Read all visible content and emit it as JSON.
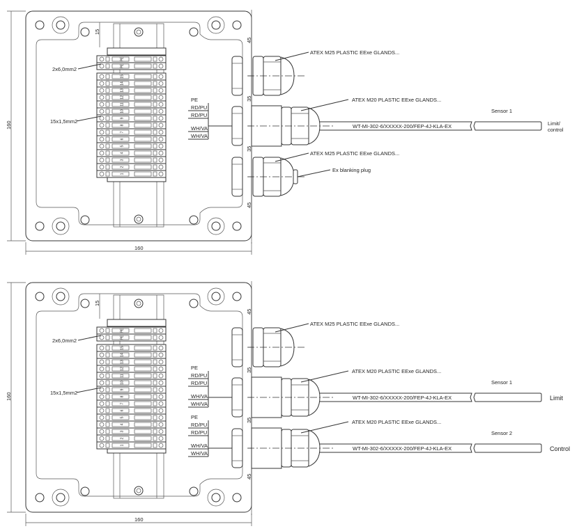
{
  "drawings": [
    {
      "id": "drawing-1",
      "dimensions": {
        "width": "160",
        "height": "160",
        "top_offset": "15",
        "right_segments": [
          "45",
          "35",
          "35",
          "45"
        ]
      },
      "wire_sizes": {
        "pe": "2x6,0mm2",
        "terminals": "15x1,5mm2"
      },
      "terminal_labels": [
        "PE",
        "PE",
        "15",
        "14",
        "13",
        "12",
        "11",
        "10",
        "9",
        "8",
        "7",
        "6",
        "5",
        "4",
        "3",
        "2",
        "1"
      ],
      "wire_groups": [
        {
          "wires": [
            "PE",
            "RD/PU",
            "RD/PU",
            "WH/VA",
            "WH/VA"
          ]
        }
      ],
      "glands": [
        {
          "label": "ATEX M25 PLASTIC EExe GLANDS...",
          "type": "M25",
          "blanking_plug": false
        },
        {
          "label": "ATEX M20 PLASTIC EExe GLANDS...",
          "type": "M20",
          "cable": "WT-MI-302-6/XXXXX-200/FEP-4J-KLA-EX",
          "sensor": "Sensor 1",
          "function": [
            "Limit/",
            "control"
          ]
        },
        {
          "label": "ATEX M25 PLASTIC EExe GLANDS...",
          "type": "M25",
          "blanking_plug": true,
          "plug_label": "Ex blanking plug"
        }
      ]
    },
    {
      "id": "drawing-2",
      "dimensions": {
        "width": "160",
        "height": "160",
        "top_offset": "15",
        "right_segments": [
          "45",
          "35",
          "35",
          "45"
        ]
      },
      "wire_sizes": {
        "pe": "2x6,0mm2",
        "terminals": "15x1,5mm2"
      },
      "terminal_labels": [
        "PE",
        "PE",
        "15",
        "14",
        "13",
        "12",
        "11",
        "10",
        "9",
        "8",
        "7",
        "6",
        "5",
        "4",
        "3",
        "2",
        "1"
      ],
      "wire_groups": [
        {
          "wires": [
            "PE",
            "RD/PU",
            "RD/PU",
            "WH/VA",
            "WH/VA"
          ]
        },
        {
          "wires": [
            "PE",
            "RD/PU",
            "RD/PU",
            "WH/VA",
            "WH/VA"
          ]
        }
      ],
      "glands": [
        {
          "label": "ATEX M25 PLASTIC EExe GLANDS...",
          "type": "M25",
          "blanking_plug": false
        },
        {
          "label": "ATEX M20 PLASTIC EExe GLANDS...",
          "type": "M20",
          "cable": "WT-MI-302-6/XXXXX-200/FEP-4J-KLA-EX",
          "sensor": "Sensor 1",
          "function": [
            "Limit"
          ]
        },
        {
          "label": "ATEX M20 PLASTIC EExe GLANDS...",
          "type": "M20",
          "cable": "WT-MI-302-6/XXXXX-200/FEP-4J-KLA-EX",
          "sensor": "Sensor 2",
          "function": [
            "Control"
          ]
        }
      ]
    }
  ]
}
